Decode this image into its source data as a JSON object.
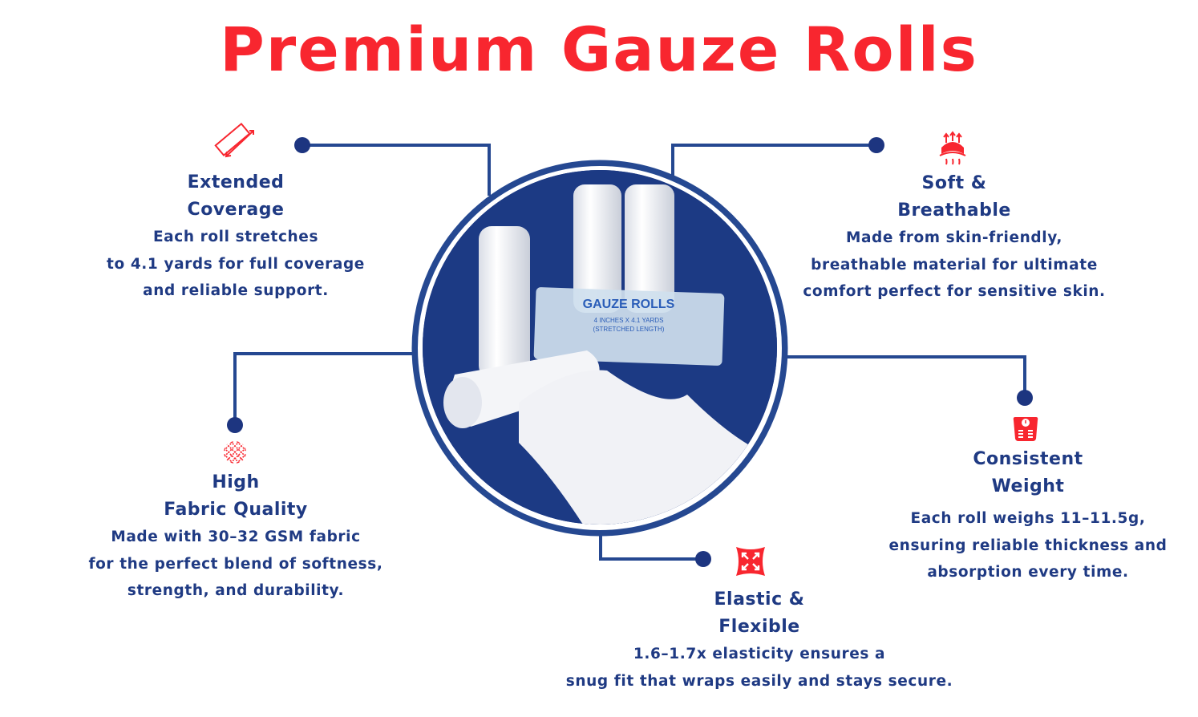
{
  "title": "Premium Gauze Rolls",
  "colors": {
    "accent_red": "#f8262f",
    "navy": "#1f3a83",
    "ring": "#254891"
  },
  "product_image": {
    "package_title": "GAUZE ROLLS",
    "package_line1": "4 INCHES X 4.1 YARDS",
    "package_line2": "(STRETCHED LENGTH)"
  },
  "features": [
    {
      "icon": "ruler-icon",
      "heading_line1": "Extended",
      "heading_line2": "Coverage",
      "description": "Each roll stretches\nto 4.1 yards for full coverage\nand reliable support."
    },
    {
      "icon": "breathable-layers-icon",
      "heading_line1": "Soft &",
      "heading_line2": "Breathable",
      "description": "Made from skin-friendly,\nbreathable material for ultimate\ncomfort perfect for sensitive skin."
    },
    {
      "icon": "fabric-weave-icon",
      "heading_line1": "High",
      "heading_line2": "Fabric Quality",
      "description": "Made with 30–32 GSM fabric\nfor the perfect blend of softness,\nstrength, and durability."
    },
    {
      "icon": "weight-scale-icon",
      "heading_line1": "Consistent",
      "heading_line2": "Weight",
      "description": "Each roll weighs 11–11.5g,\nensuring reliable thickness and\nabsorption every time."
    },
    {
      "icon": "stretch-arrows-icon",
      "heading_line1": "Elastic &",
      "heading_line2": "Flexible",
      "description": "1.6–1.7x elasticity ensures a\nsnug fit that wraps easily and stays secure."
    }
  ]
}
